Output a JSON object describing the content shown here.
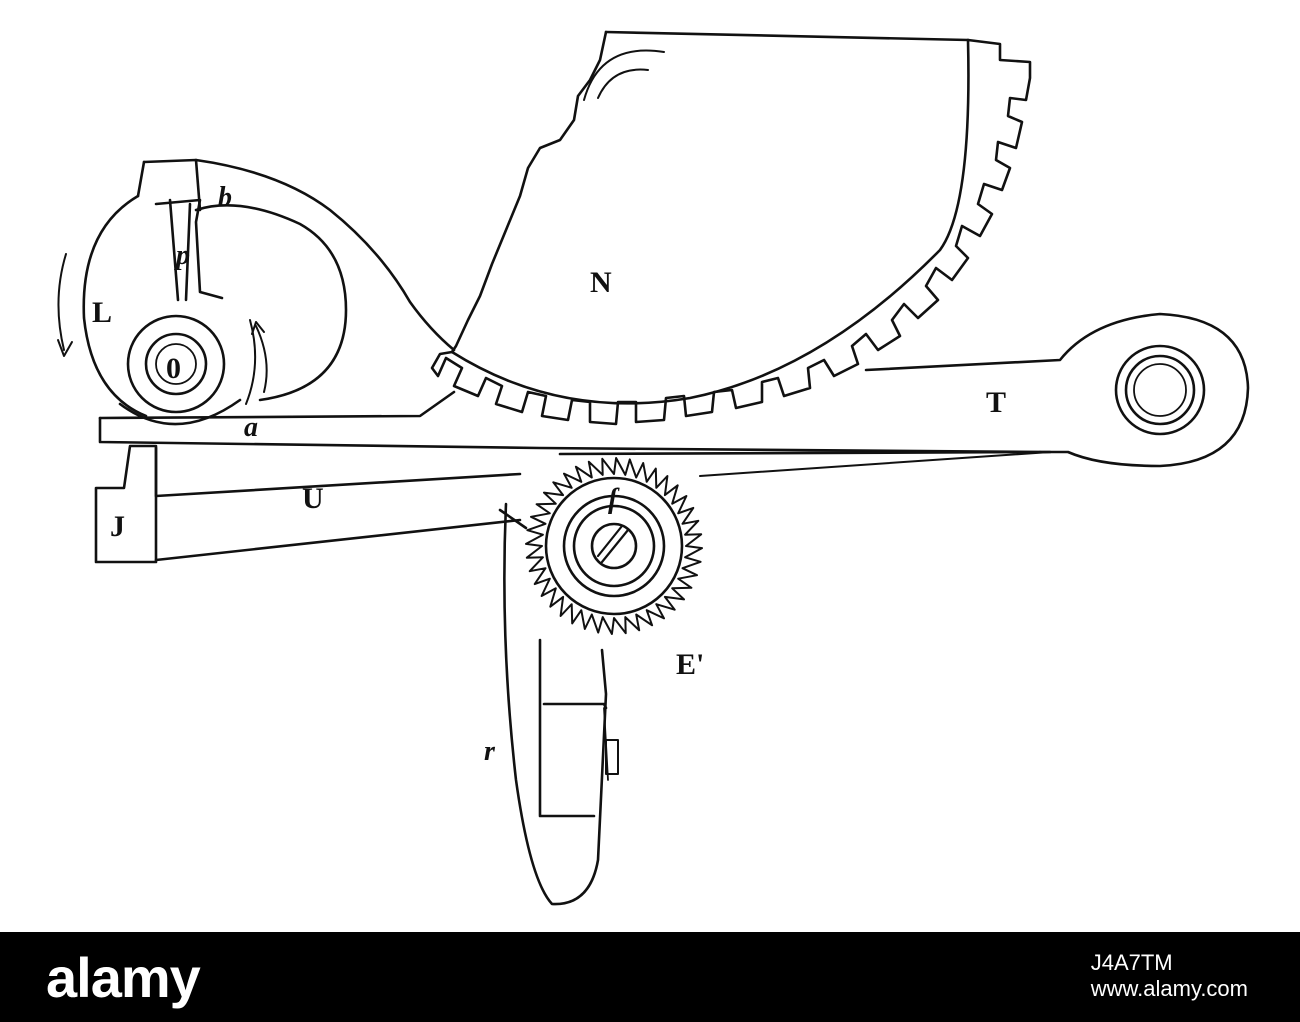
{
  "figure": {
    "labels": {
      "N": "N",
      "b": "b",
      "p": "p",
      "L": "L",
      "O": "0",
      "a": "a",
      "T": "T",
      "J": "J",
      "U": "U",
      "f": "f",
      "E": "E'",
      "r": "r"
    },
    "line_color": "#111111",
    "background": "#ffffff"
  },
  "footer": {
    "logo": "alamy",
    "image_id": "J4A7TM",
    "site": "www.alamy.com",
    "background": "#000000",
    "text_color": "#ffffff"
  }
}
